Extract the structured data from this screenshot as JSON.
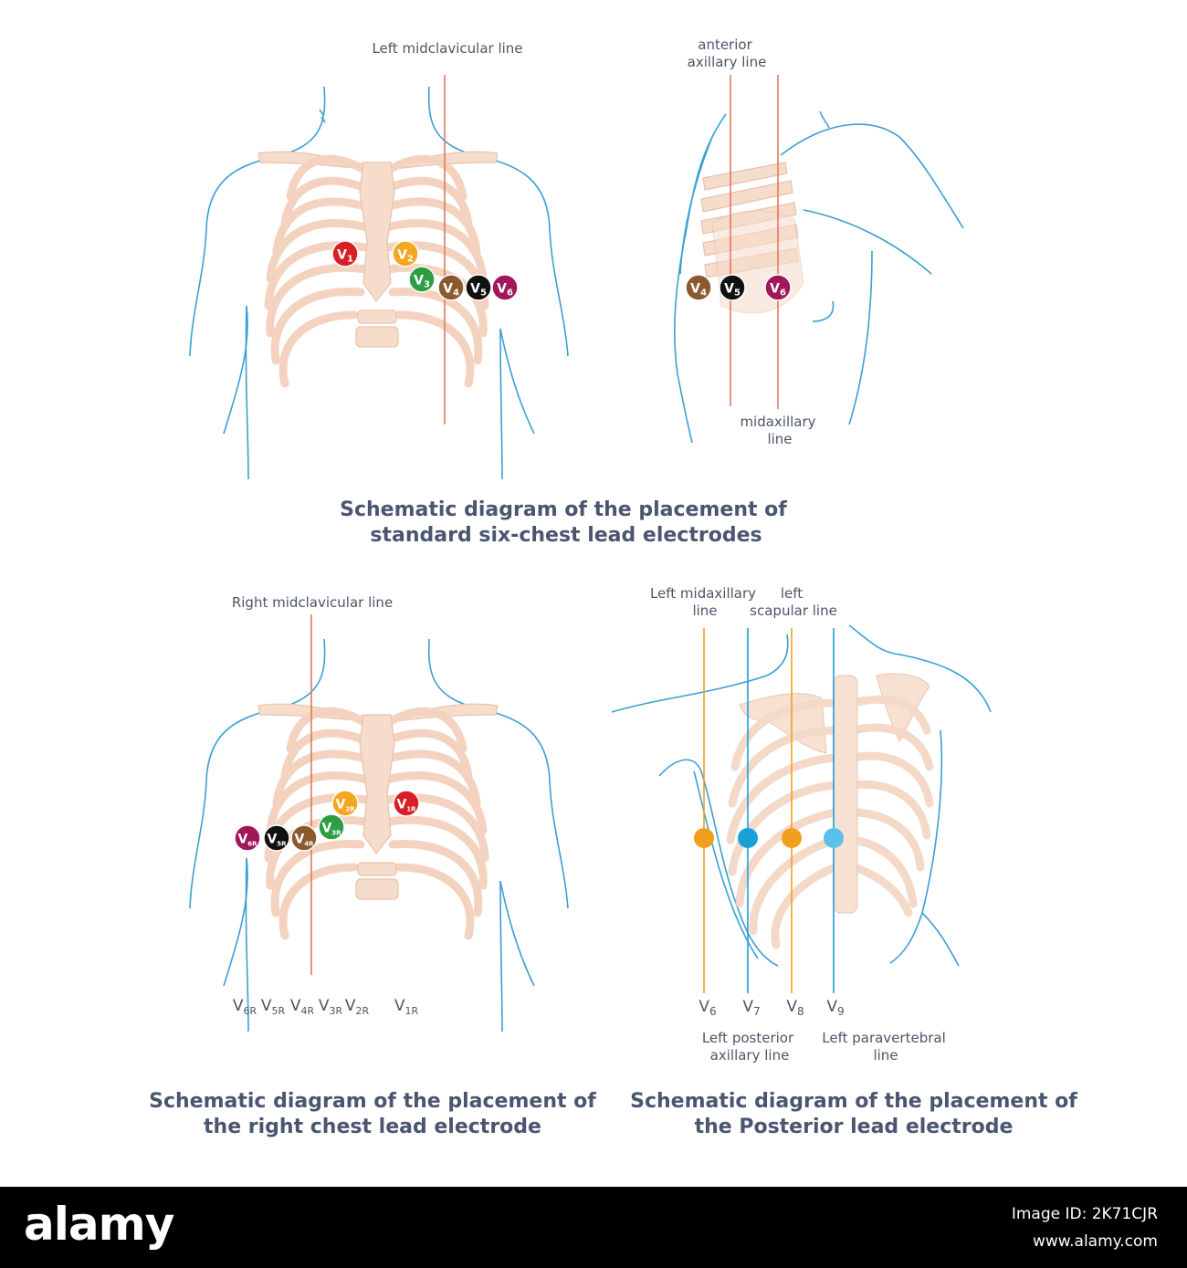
{
  "colors": {
    "V1": "#d81f26",
    "V2": "#f5a623",
    "V3": "#2e9e45",
    "V4": "#8a5a2e",
    "V5": "#111111",
    "V6": "#a0175a",
    "guide": "#e07a5f",
    "skin": "#3a9fd3",
    "orange": "#f0a01e",
    "blue": "#1aa0d8",
    "lightblue": "#5bc0eb"
  },
  "panel1": {
    "line_label": "Left midclavicular line",
    "caption_l1": "Schematic diagram of the placement of",
    "caption_l2": "standard six-chest lead electrodes",
    "electrodes": [
      {
        "main": "V",
        "sub": "1",
        "color": "V1"
      },
      {
        "main": "V",
        "sub": "2",
        "color": "V2"
      },
      {
        "main": "V",
        "sub": "3",
        "color": "V3"
      },
      {
        "main": "V",
        "sub": "4",
        "color": "V4"
      },
      {
        "main": "V",
        "sub": "5",
        "color": "V5"
      },
      {
        "main": "V",
        "sub": "6",
        "color": "V6"
      }
    ]
  },
  "panel2": {
    "anterior_l1": "anterior",
    "anterior_l2": "axillary line",
    "mid_l1": "midaxillary",
    "mid_l2": "line",
    "electrodes": [
      {
        "main": "V",
        "sub": "4",
        "color": "V4"
      },
      {
        "main": "V",
        "sub": "5",
        "color": "V5"
      },
      {
        "main": "V",
        "sub": "6",
        "color": "V6"
      }
    ]
  },
  "panel3": {
    "line_label": "Right midclavicular line",
    "caption_l1": "Schematic diagram of the placement of",
    "caption_l2": "the right chest lead electrode",
    "electrodes": [
      {
        "main": "V",
        "sub": "6R",
        "color": "V6"
      },
      {
        "main": "V",
        "sub": "5R",
        "color": "V5"
      },
      {
        "main": "V",
        "sub": "4R",
        "color": "V4"
      },
      {
        "main": "V",
        "sub": "3R",
        "color": "V3"
      },
      {
        "main": "V",
        "sub": "2R",
        "color": "V2"
      },
      {
        "main": "V",
        "sub": "1R",
        "color": "V1"
      }
    ],
    "bottom_labels": [
      {
        "main": "V",
        "sub": "6R"
      },
      {
        "main": "V",
        "sub": "5R"
      },
      {
        "main": "V",
        "sub": "4R"
      },
      {
        "main": "V",
        "sub": "3R"
      },
      {
        "main": "V",
        "sub": "2R"
      },
      {
        "main": "V",
        "sub": "1R"
      }
    ]
  },
  "panel4": {
    "midax_l1": "Left midaxillary",
    "midax_l2": "line",
    "scap_l1": "left",
    "scap_l2": "scapular line",
    "postax_l1": "Left posterior",
    "postax_l2": "axillary line",
    "para_l1": "Left paravertebral",
    "para_l2": "line",
    "caption_l1": "Schematic diagram of the placement of",
    "caption_l2": "the Posterior lead electrode",
    "bottom_labels": [
      {
        "main": "V",
        "sub": "6"
      },
      {
        "main": "V",
        "sub": "7"
      },
      {
        "main": "V",
        "sub": "8"
      },
      {
        "main": "V",
        "sub": "9"
      }
    ]
  },
  "footer": {
    "logo": "alamy",
    "image_id": "Image ID: 2K71CJR",
    "url": "www.alamy.com"
  }
}
